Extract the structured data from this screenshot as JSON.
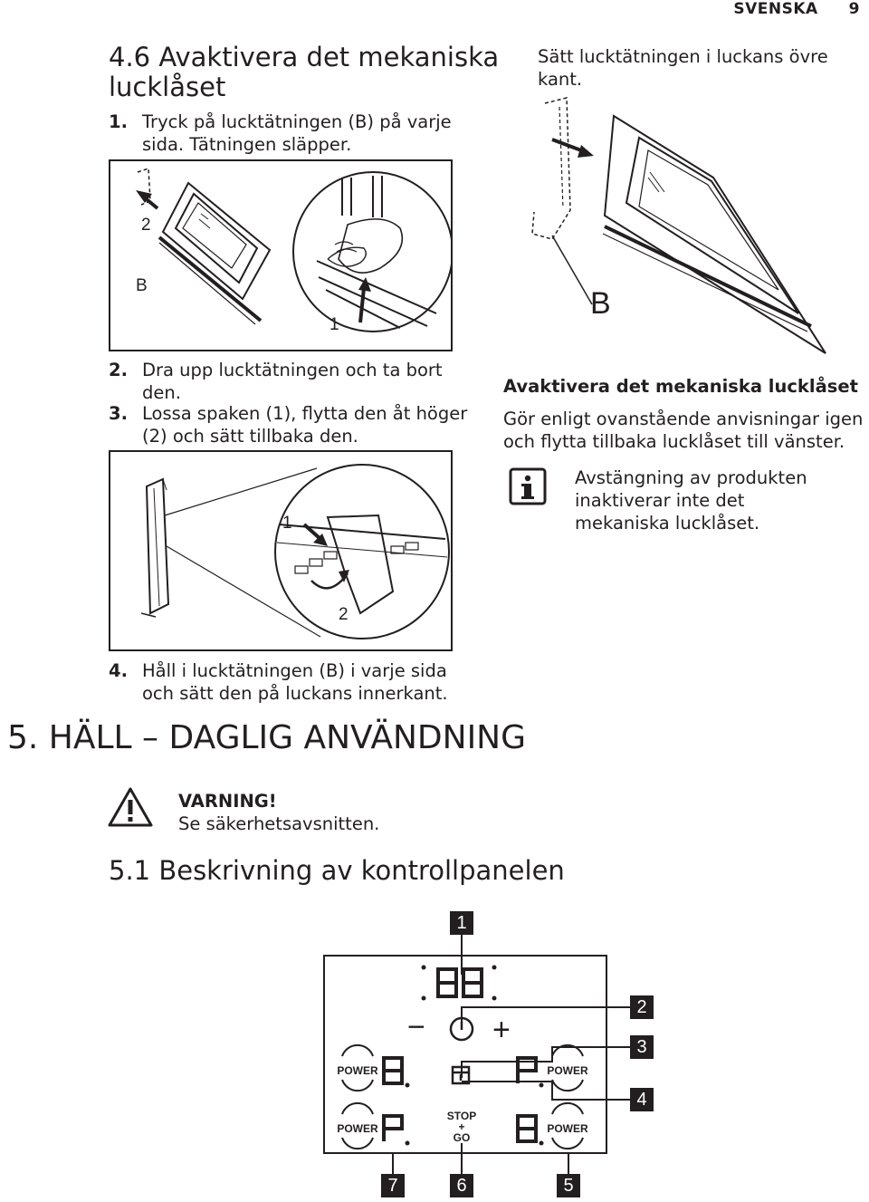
{
  "header": {
    "section": "SVENSKA",
    "page_number": "9"
  },
  "sec46": {
    "title_line1": "4.6 Avaktivera det mekaniska",
    "title_line2": "lucklåset",
    "step1": {
      "num": "1.",
      "line1": "Tryck på lucktätningen (B) på varje",
      "line2": "sida. Tätningen släpper."
    },
    "fig1": {
      "label_2": "2",
      "label_b": "B",
      "label_1": "1"
    },
    "step2": {
      "num": "2.",
      "line1": "Dra upp lucktätningen och ta bort",
      "line2": "den."
    },
    "step3": {
      "num": "3.",
      "line1": "Lossa spaken (1), flytta den åt höger",
      "line2": "(2) och sätt tillbaka den."
    },
    "fig2": {
      "label_1": "1",
      "label_2": "2"
    },
    "step4": {
      "num": "4.",
      "line1": "Håll i lucktätningen (B) i varje sida",
      "line2": "och sätt den på luckans innerkant."
    }
  },
  "right": {
    "intro_line1": "Sätt lucktätningen i luckans övre",
    "intro_line2": "kant.",
    "fig3": {
      "label_b": "B"
    },
    "heading": "Avaktivera det mekaniska lucklåset",
    "body_line1": "Gör enligt ovanstående anvisningar igen",
    "body_line2": "och flytta tillbaka lucklåset till vänster.",
    "info_line1": "Avstängning av produkten",
    "info_line2": "inaktiverar inte det",
    "info_line3": "mekaniska lucklåset.",
    "info_icon": "info-icon"
  },
  "sec5": {
    "title": "5. HÄLL – DAGLIG ANVÄNDNING",
    "warning_icon": "warning-triangle-icon",
    "warning_title": "VARNING!",
    "warning_text": "Se säkerhetsavsnitten.",
    "sub_title": "5.1 Beskrivning av kontrollpanelen"
  },
  "panel": {
    "callouts": [
      "1",
      "2",
      "3",
      "4",
      "5",
      "6",
      "7"
    ],
    "timer_display": "88",
    "minus_symbol": "−",
    "plus_symbol": "+",
    "power_label": "POWER",
    "zone_left_top": "8",
    "zone_right_top": "P",
    "zone_left_bottom": "P",
    "zone_right_bottom": "8",
    "stop_go_line1": "STOP",
    "stop_go_line2": "+",
    "stop_go_line3": "GO"
  }
}
